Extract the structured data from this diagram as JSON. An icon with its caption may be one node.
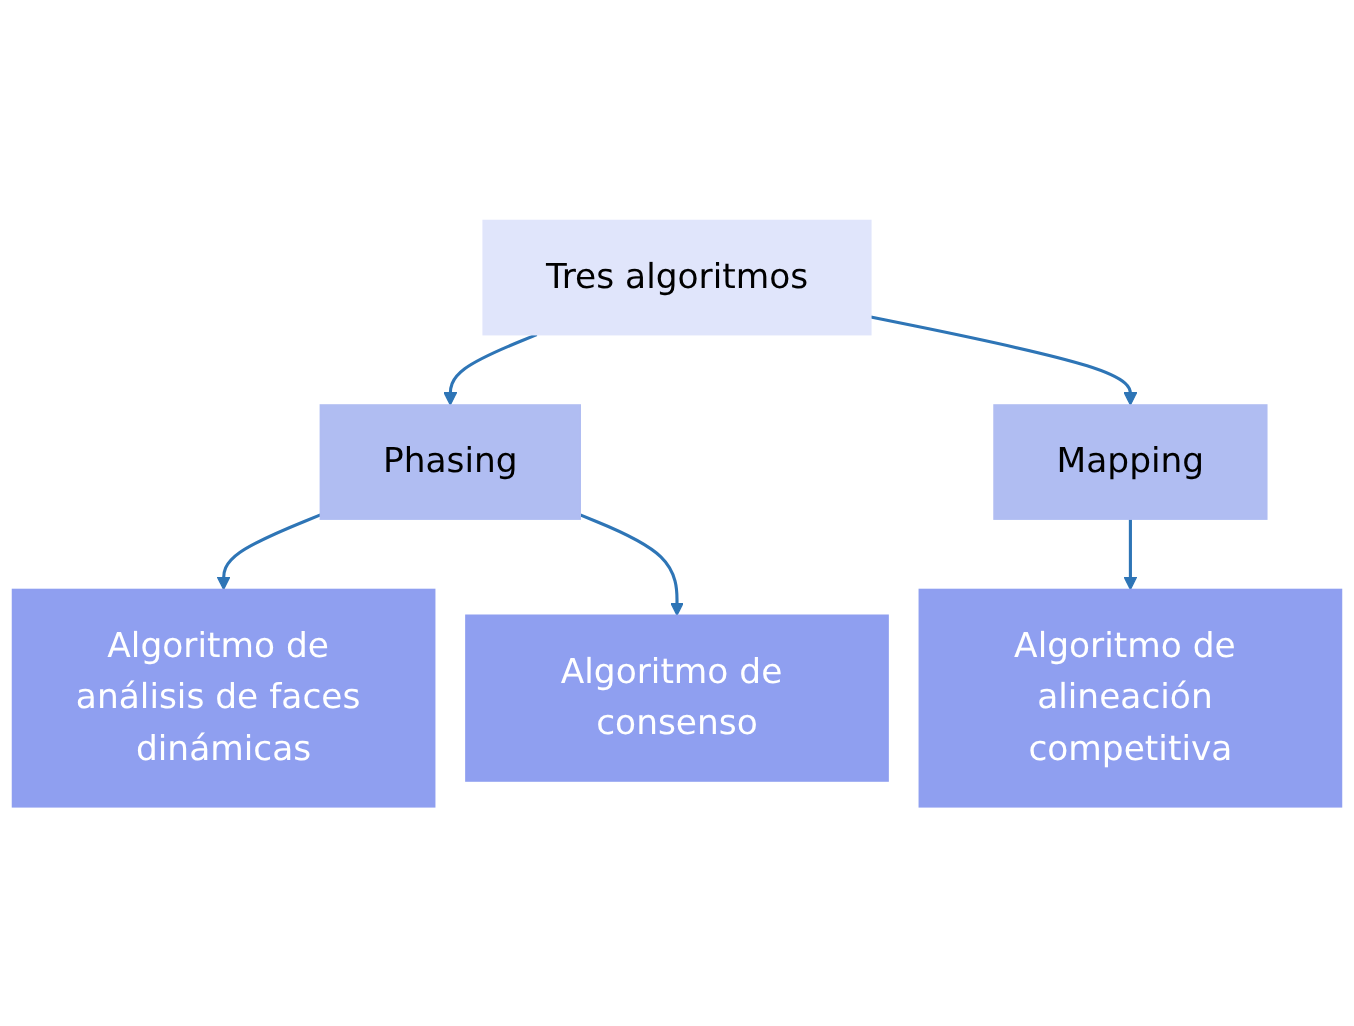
{
  "diagram": {
    "nodes": [
      {
        "text": [
          "Tres algoritmos"
        ]
      },
      {
        "text": [
          "Phasing"
        ]
      },
      {
        "text": [
          "Mapping"
        ]
      },
      {
        "text": [
          "Algoritmo de análisis de faces dinámicas"
        ]
      },
      {
        "text": [
          "Algoritmo de consenso"
        ]
      },
      {
        "text": [
          "Algoritmo de alineación competitiva"
        ]
      }
    ],
    "edges": [
      {
        "from": 0,
        "to": 1,
        "arrow": "to"
      },
      {
        "from": 0,
        "to": 2,
        "arrow": "to"
      },
      {
        "from": 1,
        "to": 3,
        "arrow": "to"
      },
      {
        "from": 1,
        "to": 4,
        "arrow": "to"
      },
      {
        "from": 2,
        "to": 5,
        "arrow": "to"
      }
    ]
  }
}
